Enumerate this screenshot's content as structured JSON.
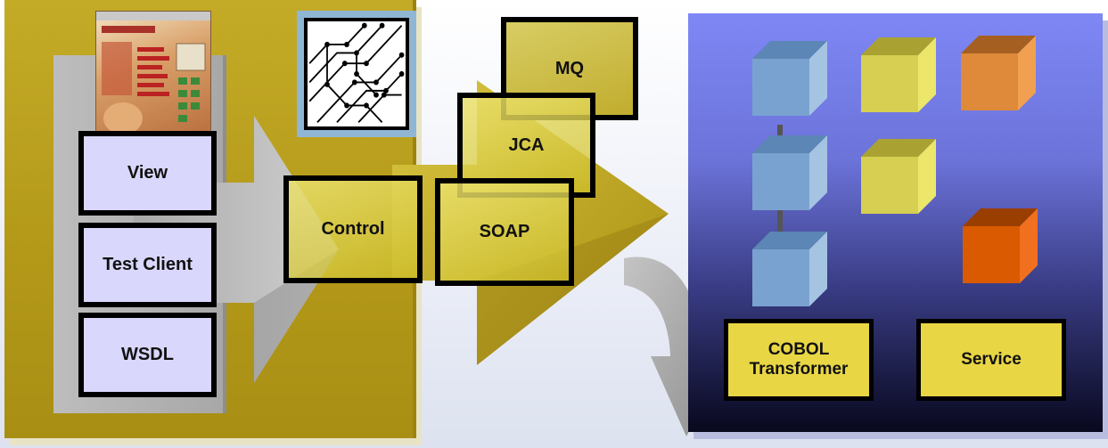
{
  "app_layer": {
    "view_label": "View",
    "test_client_label": "Test Client",
    "wsdl_label": "WSDL"
  },
  "middle": {
    "control_label": "Control"
  },
  "connectors": {
    "mq_label": "MQ",
    "jca_label": "JCA",
    "soap_label": "SOAP"
  },
  "backend": {
    "cobol_label": "COBOL\nTransformer",
    "service_label": "Service"
  },
  "colors": {
    "gold": "#b8a020",
    "lavender": "#d9d7fb",
    "backend_top": "#7d86f2",
    "backend_bottom": "#05051a",
    "cube_blue": "#7aa2d0",
    "cube_yellow": "#d6cf52",
    "cube_orange_light": "#de8a3a",
    "cube_orange_dark": "#d95a00",
    "label_yellow": "#e9d645"
  },
  "icons": {
    "screenshot_thumbnail": "web-page-thumbnail",
    "circuit_icon": "circuit-diagram-icon",
    "curved_arrow": "curved-return-arrow"
  }
}
